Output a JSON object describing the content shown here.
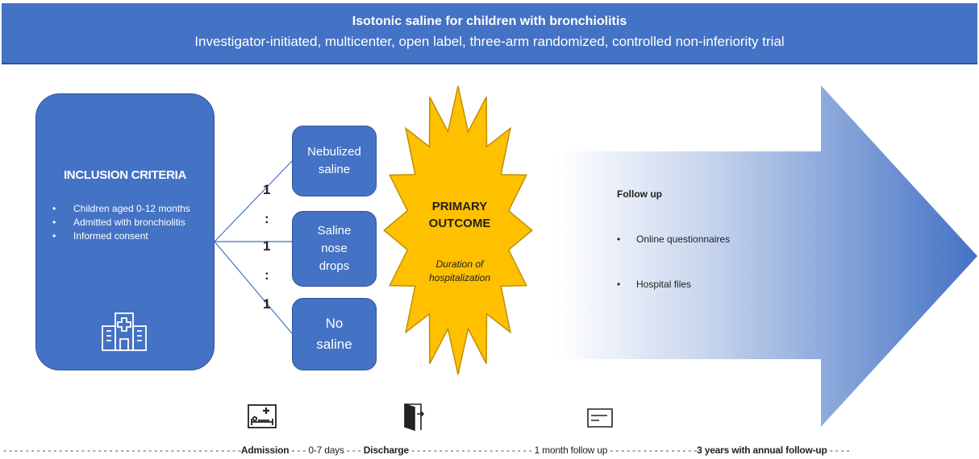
{
  "header": {
    "title": "Isotonic saline for children with bronchiolitis",
    "subtitle": "Investigator-initiated, multicenter, open label, three-arm randomized, controlled non-inferiority trial"
  },
  "inclusion": {
    "heading": "INCLUSION CRITERIA",
    "items": [
      "Children aged 0-12 months",
      "Admitted with bronchiolitis",
      "Informed consent"
    ],
    "icon": "hospital-icon"
  },
  "arms": [
    {
      "lines": [
        "Nebulized",
        "saline"
      ]
    },
    {
      "lines": [
        "Saline",
        "nose",
        "drops"
      ]
    },
    {
      "lines": [
        "No",
        "saline"
      ]
    }
  ],
  "ratio": [
    "1",
    ":",
    "1",
    ":",
    "1"
  ],
  "primary_outcome": {
    "title_lines": [
      "PRIMARY",
      "OUTCOME"
    ],
    "subtitle_lines": [
      "Duration of",
      "hospitalization"
    ]
  },
  "followup": {
    "heading": "Follow up",
    "items": [
      "Online questionnaires",
      "Hospital files"
    ]
  },
  "timeline": {
    "segments": [
      {
        "dashes": "- - - - - - - - - - - - - - - - - - - - - - - - - - - - - - - - - - - - - - - - - - -",
        "label": "Admission",
        "bold": true
      },
      {
        "dashes": " - - - ",
        "label": "0-7 days",
        "bold": false
      },
      {
        "dashes": " - - - ",
        "label": "Discharge",
        "bold": true
      },
      {
        "dashes": " - - - - - - - - - - - - - - - - - - - - - - ",
        "label": "1 month follow up",
        "bold": false
      },
      {
        "dashes": " - - - - - - - - - - - - - - - -",
        "label": "3 years with annual follow-up",
        "bold": true
      },
      {
        "dashes": " - - - -",
        "label": "",
        "bold": false
      }
    ],
    "icons": [
      "bed-icon",
      "door-icon",
      "form-icon"
    ]
  },
  "colors": {
    "primary": "#4472C4",
    "border": "#2F5597",
    "star": "#FFC000",
    "star_border": "#BF9000",
    "arrow_light": "#FFFFFF",
    "arrow_dark": "#4472C4"
  }
}
